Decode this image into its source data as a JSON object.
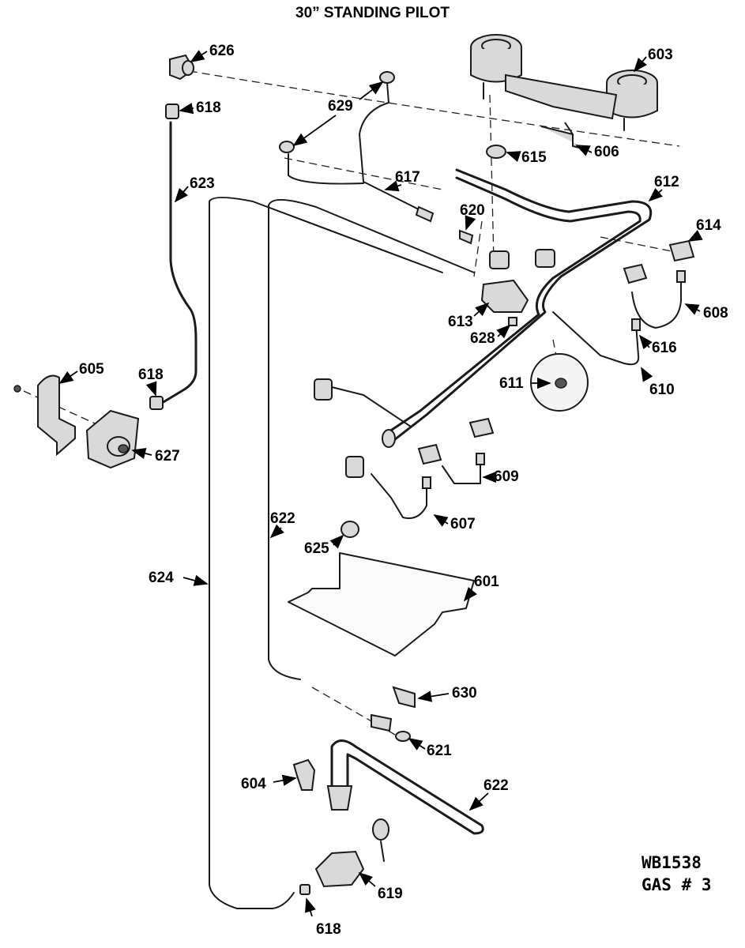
{
  "title": "30” STANDING PILOT",
  "labels": {
    "l601": "601",
    "l603": "603",
    "l604": "604",
    "l605": "605",
    "l606": "606",
    "l607": "607",
    "l608": "608",
    "l609": "609",
    "l610": "610",
    "l611": "611",
    "l612": "612",
    "l613": "613",
    "l614": "614",
    "l615": "615",
    "l616": "616",
    "l617": "617",
    "l618a": "618",
    "l618b": "618",
    "l618c": "618",
    "l619": "619",
    "l620": "620",
    "l621": "621",
    "l622a": "622",
    "l622b": "622",
    "l623": "623",
    "l624": "624",
    "l625": "625",
    "l626": "626",
    "l627": "627",
    "l628": "628",
    "l629": "629",
    "l630": "630"
  },
  "drawing_code": [
    "WB1538",
    "GAS # 3"
  ]
}
